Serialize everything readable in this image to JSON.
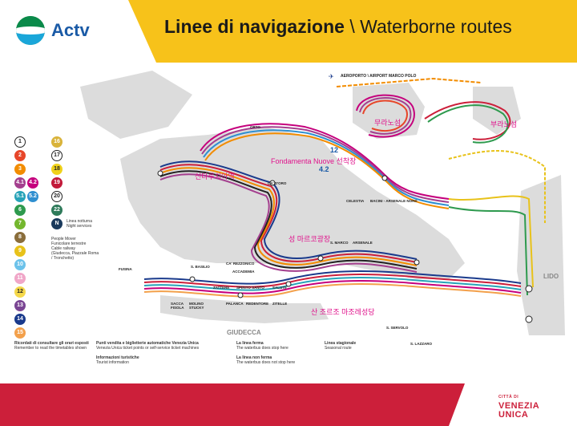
{
  "header": {
    "brand": "Actv",
    "title_it": "Linee di navigazione",
    "title_sep": " \\ ",
    "title_en": "Waterborne routes"
  },
  "colors": {
    "yellow": "#f7c21a",
    "red": "#cc1f3a",
    "water": "#ffffff",
    "land": "#dcdcdc",
    "annotation": "#e0138c"
  },
  "legend": {
    "col1": [
      {
        "label": "1",
        "color": "#ffffff"
      },
      {
        "label": "2",
        "color": "#e7462a"
      },
      {
        "label": "3",
        "color": "#f28c00"
      },
      {
        "label": "4.1",
        "color": "#a43f8e"
      },
      {
        "label": "5.1",
        "color": "#27a3b8"
      },
      {
        "label": "6",
        "color": "#2e9a4e"
      },
      {
        "label": "7",
        "color": "#74b72e"
      },
      {
        "label": "8",
        "color": "#8a6d3b"
      },
      {
        "label": "9",
        "color": "#e8c21a"
      },
      {
        "label": "10",
        "color": "#6cc2ea"
      },
      {
        "label": "11",
        "color": "#f0a6c8"
      },
      {
        "label": "12",
        "color": "#f5d84a"
      },
      {
        "label": "13",
        "color": "#7a4593"
      },
      {
        "label": "14",
        "color": "#1a3a8c"
      },
      {
        "label": "15",
        "color": "#f3a04b"
      }
    ],
    "col1b": [
      {
        "label": "4.2",
        "color": "#c5007d"
      },
      {
        "label": "5.2",
        "color": "#2f8fd0"
      }
    ],
    "col2": [
      {
        "label": "16",
        "color": "#d9b33a"
      },
      {
        "label": "17",
        "color": "#ffffff"
      },
      {
        "label": "18",
        "color": "#f0d21a"
      },
      {
        "label": "19",
        "color": "#c21a3a"
      },
      {
        "label": "20",
        "color": "#ffffff"
      },
      {
        "label": "22",
        "color": "#2e7a5a"
      },
      {
        "label": "N",
        "color": "#1a3a5c"
      }
    ],
    "night_label": "Linea notturna",
    "night_sub": "Night services",
    "people_mover": "People Mover",
    "funicular": "Funicolare terrestre",
    "cable": "Cable railway",
    "cable_sub": "(Giudecca, Piazzale Roma / Tronchetto)"
  },
  "places": [
    {
      "name": "S. MARCO",
      "cls": "p1"
    },
    {
      "name": "ARSENALE",
      "cls": "p2"
    },
    {
      "name": "CELESTIA",
      "cls": "p3"
    },
    {
      "name": "BACINI - ARSENALE NORD",
      "cls": "p4"
    },
    {
      "name": "ZATTERE",
      "cls": "p5"
    },
    {
      "name": "SPIRITO SANTO",
      "cls": "p6"
    },
    {
      "name": "SALUTE",
      "cls": "p7"
    },
    {
      "name": "PALANCA",
      "cls": "p8"
    },
    {
      "name": "REDENTORE",
      "cls": "p9"
    },
    {
      "name": "ZITELLE",
      "cls": "p10"
    },
    {
      "name": "SACCA FISOLA",
      "cls": "p11"
    },
    {
      "name": "MOLINO STUCKY",
      "cls": "p12"
    },
    {
      "name": "FUSINA",
      "cls": "p13"
    },
    {
      "name": "S. BASILIO",
      "cls": "p14"
    },
    {
      "name": "CA' REZZONICO",
      "cls": "p15"
    },
    {
      "name": "ACCADEMIA",
      "cls": "p16"
    },
    {
      "name": "S. SERVOLO",
      "cls": "p17"
    },
    {
      "name": "S. LAZZARO",
      "cls": "p18"
    },
    {
      "name": "ORTO",
      "cls": "p19"
    },
    {
      "name": "CA' D'ORO",
      "cls": "p20"
    },
    {
      "name": "GIUDECCA",
      "cls": "p21"
    },
    {
      "name": "LIDO",
      "cls": "p22"
    }
  ],
  "annotations": [
    {
      "text": "무라노섬",
      "cls": "a1"
    },
    {
      "text": "부라노섬",
      "cls": "a2"
    },
    {
      "text": "Fondamenta Nuove 선착장",
      "cls": "a3"
    },
    {
      "text": "신타루치아역",
      "cls": "a4"
    },
    {
      "text": "성 마르코광장",
      "cls": "a5"
    },
    {
      "text": "산 조르조 마조레성당",
      "cls": "a6"
    }
  ],
  "route_labels": [
    {
      "text": "12",
      "cls": "r1"
    },
    {
      "text": "4.2",
      "cls": "r2"
    }
  ],
  "airport": {
    "text": "AEROPORTO \\ AIRPORT MARCO POLO"
  },
  "footer": [
    {
      "title": "Ricordati di consultare gli orari esposti",
      "sub": "Remember to read the timetables shown"
    },
    {
      "title": "Punti vendita e biglietterie automatiche Venezia Unica",
      "sub": "Venezia Unica ticket points or self-service ticket machines"
    },
    {
      "title": "Informazioni turistiche",
      "sub": "Tourist information"
    },
    {
      "title": "La linea ferma",
      "sub": "The waterbus does stop here"
    },
    {
      "title": "La linea non ferma",
      "sub": "The waterbus does not stop here"
    },
    {
      "title": "Linea stagionale",
      "sub": "Seasonal route"
    }
  ],
  "brand_footer": {
    "line1": "CITTÀ DI",
    "line2": "VENEZIA",
    "line3": "UNICA"
  }
}
